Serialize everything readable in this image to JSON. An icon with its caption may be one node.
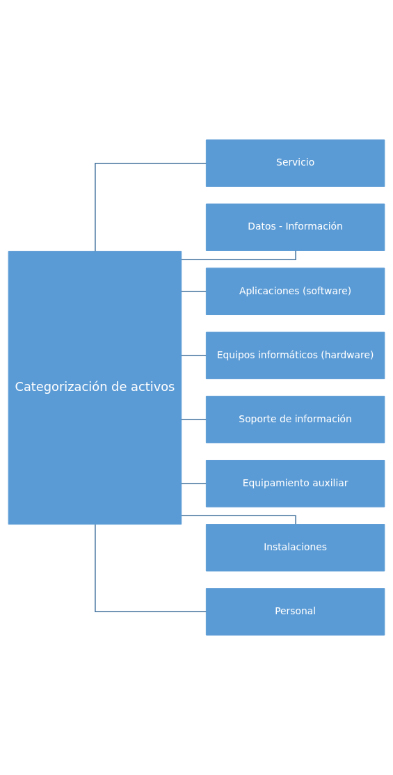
{
  "diagram": {
    "nodes": [
      {
        "text": [
          "Categorización de activos"
        ]
      },
      {
        "text": [
          "Servicio"
        ]
      },
      {
        "text": [
          "Datos - Información"
        ]
      },
      {
        "text": [
          "Aplicaciones (software)"
        ]
      },
      {
        "text": [
          "Equipos informáticos (hardware)"
        ]
      },
      {
        "text": [
          "Soporte de información"
        ]
      },
      {
        "text": [
          "Equipamiento auxiliar"
        ]
      },
      {
        "text": [
          "Instalaciones"
        ]
      },
      {
        "text": [
          "Personal"
        ]
      }
    ],
    "edges": [
      {
        "from": 0,
        "to": 1,
        "arrow": "none"
      },
      {
        "from": 0,
        "to": 2,
        "arrow": "none"
      },
      {
        "from": 0,
        "to": 3,
        "arrow": "none"
      },
      {
        "from": 0,
        "to": 4,
        "arrow": "none"
      },
      {
        "from": 0,
        "to": 5,
        "arrow": "none"
      },
      {
        "from": 0,
        "to": 6,
        "arrow": "none"
      },
      {
        "from": 0,
        "to": 7,
        "arrow": "none"
      },
      {
        "from": 0,
        "to": 8,
        "arrow": "none"
      }
    ]
  }
}
